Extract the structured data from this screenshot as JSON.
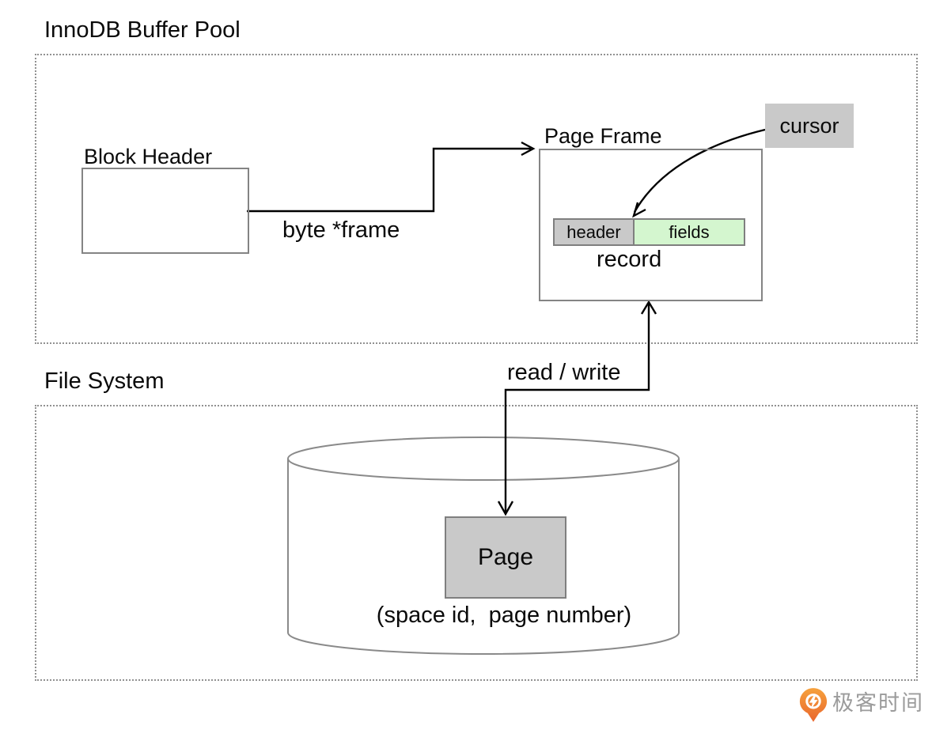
{
  "buffer_pool": {
    "title": "InnoDB Buffer Pool",
    "block_header": {
      "label": "Block Header"
    },
    "frame_pointer_label": "byte *frame",
    "page_frame": {
      "title": "Page Frame",
      "record": {
        "header_label": "header",
        "fields_label": "fields",
        "caption": "record"
      }
    },
    "cursor_label": "cursor"
  },
  "file_system": {
    "title": "File System",
    "io_label": "read / write",
    "disk": {
      "page_label": "Page",
      "address_label": "(space id,  page number)"
    }
  },
  "footer": {
    "brand": "极客时间"
  },
  "colors": {
    "fill_gray": "#c9c9c9",
    "fields_green": "#d4f6cf",
    "border_gray": "#848484",
    "dotted_gray": "#919191",
    "arrow_black": "#000000",
    "brand_orange": "#ed7a2f",
    "brand_text_gray": "#9b9b9b"
  }
}
